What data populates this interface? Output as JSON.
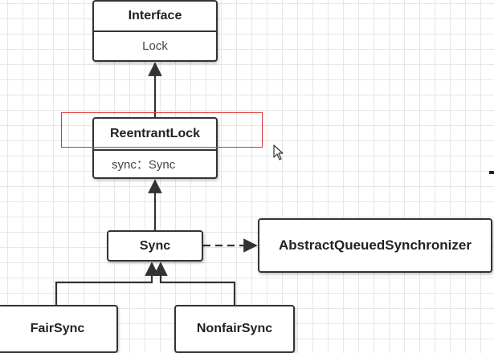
{
  "diagram": {
    "nodes": {
      "interface": {
        "stereotype": "Interface",
        "name": "Lock"
      },
      "reentrant_lock": {
        "name": "ReentrantLock",
        "field": "sync：Sync"
      },
      "sync": {
        "name": "Sync"
      },
      "aqs": {
        "name": "AbstractQueuedSynchronizer"
      },
      "fair_sync": {
        "name": "FairSync"
      },
      "nonfair_sync": {
        "name": "NonfairSync"
      }
    },
    "edges": [
      {
        "from": "ReentrantLock",
        "to": "Lock",
        "style": "solid",
        "arrow": "filled-triangle"
      },
      {
        "from": "Sync",
        "to": "ReentrantLock",
        "style": "solid",
        "arrow": "filled-triangle"
      },
      {
        "from": "Sync",
        "to": "AbstractQueuedSynchronizer",
        "style": "dashed",
        "arrow": "filled-triangle"
      },
      {
        "from": "FairSync",
        "to": "Sync",
        "style": "solid",
        "arrow": "filled-triangle"
      },
      {
        "from": "NonfairSync",
        "to": "Sync",
        "style": "solid",
        "arrow": "filled-triangle"
      }
    ],
    "colors": {
      "stroke": "#333333",
      "selection": "#e03030",
      "grid": "#e6e6e6",
      "background": "#ffffff"
    }
  }
}
